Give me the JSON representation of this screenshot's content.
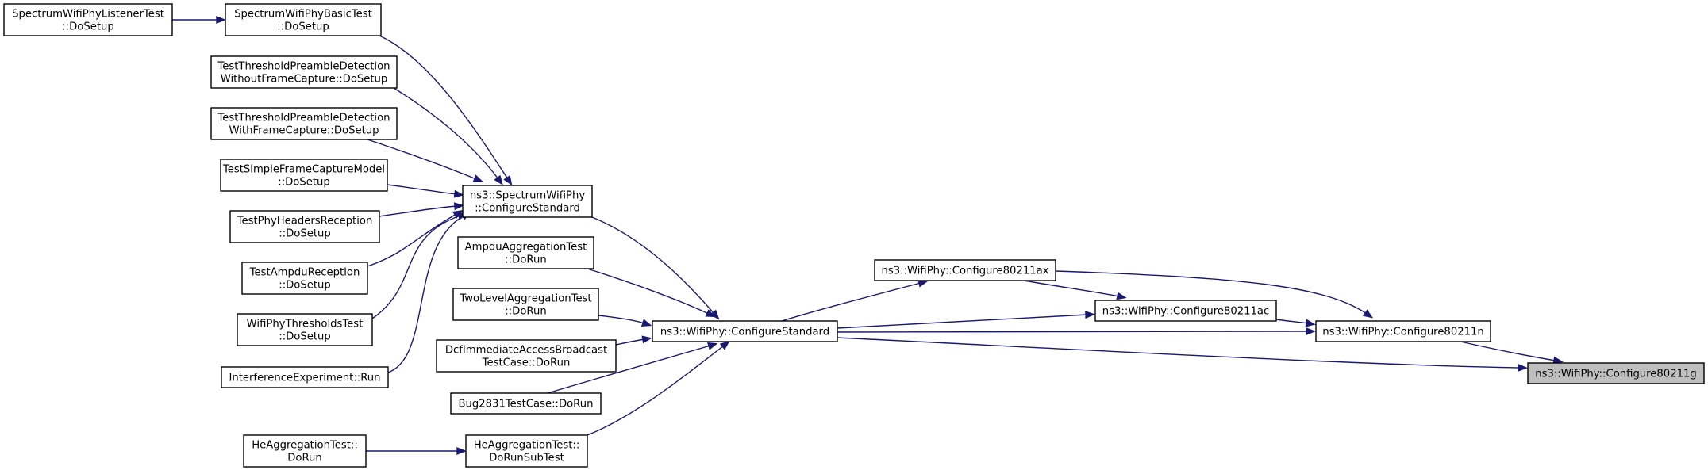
{
  "colors": {
    "edge": "#191970",
    "node_border": "#000000",
    "highlight_fill": "#bfbfbf",
    "background": "#ffffff"
  },
  "nodes": [
    {
      "id": "listener",
      "lines": [
        "SpectrumWifiPhyListenerTest",
        "::DoSetup"
      ]
    },
    {
      "id": "basic",
      "lines": [
        "SpectrumWifiPhyBasicTest",
        "::DoSetup"
      ]
    },
    {
      "id": "tpd_without",
      "lines": [
        "TestThresholdPreambleDetection",
        "WithoutFrameCapture::DoSetup"
      ]
    },
    {
      "id": "tpd_with",
      "lines": [
        "TestThresholdPreambleDetection",
        "WithFrameCapture::DoSetup"
      ]
    },
    {
      "id": "simple_fc",
      "lines": [
        "TestSimpleFrameCaptureModel",
        "::DoSetup"
      ]
    },
    {
      "id": "phy_headers",
      "lines": [
        "TestPhyHeadersReception",
        "::DoSetup"
      ]
    },
    {
      "id": "ampdu_rx",
      "lines": [
        "TestAmpduReception",
        "::DoSetup"
      ]
    },
    {
      "id": "thresholds",
      "lines": [
        "WifiPhyThresholdsTest",
        "::DoSetup"
      ]
    },
    {
      "id": "interference",
      "lines": [
        "InterferenceExperiment::Run"
      ]
    },
    {
      "id": "spectrum_cfg",
      "lines": [
        "ns3::SpectrumWifiPhy",
        "::ConfigureStandard"
      ]
    },
    {
      "id": "ampdu_agg",
      "lines": [
        "AmpduAggregationTest",
        "::DoRun"
      ]
    },
    {
      "id": "two_level",
      "lines": [
        "TwoLevelAggregationTest",
        "::DoRun"
      ]
    },
    {
      "id": "dcf",
      "lines": [
        "DcfImmediateAccessBroadcast",
        "TestCase::DoRun"
      ]
    },
    {
      "id": "bug2831",
      "lines": [
        "Bug2831TestCase::DoRun"
      ]
    },
    {
      "id": "he_dorun",
      "lines": [
        "HeAggregationTest::",
        "DoRun"
      ]
    },
    {
      "id": "he_subtest",
      "lines": [
        "HeAggregationTest::",
        "DoRunSubTest"
      ]
    },
    {
      "id": "wifi_cfg",
      "lines": [
        "ns3::WifiPhy::ConfigureStandard"
      ]
    },
    {
      "id": "cfg_ax",
      "lines": [
        "ns3::WifiPhy::Configure80211ax"
      ]
    },
    {
      "id": "cfg_ac",
      "lines": [
        "ns3::WifiPhy::Configure80211ac"
      ]
    },
    {
      "id": "cfg_n",
      "lines": [
        "ns3::WifiPhy::Configure80211n"
      ]
    },
    {
      "id": "cfg_g",
      "lines": [
        "ns3::WifiPhy::Configure80211g"
      ],
      "highlight": true
    }
  ],
  "edges": [
    {
      "from": "listener",
      "to": "basic"
    },
    {
      "from": "basic",
      "to": "spectrum_cfg"
    },
    {
      "from": "tpd_without",
      "to": "spectrum_cfg"
    },
    {
      "from": "tpd_with",
      "to": "spectrum_cfg"
    },
    {
      "from": "simple_fc",
      "to": "spectrum_cfg"
    },
    {
      "from": "phy_headers",
      "to": "spectrum_cfg"
    },
    {
      "from": "ampdu_rx",
      "to": "spectrum_cfg"
    },
    {
      "from": "thresholds",
      "to": "spectrum_cfg"
    },
    {
      "from": "interference",
      "to": "spectrum_cfg"
    },
    {
      "from": "spectrum_cfg",
      "to": "wifi_cfg"
    },
    {
      "from": "ampdu_agg",
      "to": "wifi_cfg"
    },
    {
      "from": "two_level",
      "to": "wifi_cfg"
    },
    {
      "from": "dcf",
      "to": "wifi_cfg"
    },
    {
      "from": "bug2831",
      "to": "wifi_cfg"
    },
    {
      "from": "he_subtest",
      "to": "wifi_cfg"
    },
    {
      "from": "he_dorun",
      "to": "he_subtest"
    },
    {
      "from": "wifi_cfg",
      "to": "cfg_ax"
    },
    {
      "from": "wifi_cfg",
      "to": "cfg_ac"
    },
    {
      "from": "wifi_cfg",
      "to": "cfg_n"
    },
    {
      "from": "wifi_cfg",
      "to": "cfg_g"
    },
    {
      "from": "cfg_ax",
      "to": "cfg_ac"
    },
    {
      "from": "cfg_ax",
      "to": "cfg_n"
    },
    {
      "from": "cfg_ac",
      "to": "cfg_n"
    },
    {
      "from": "cfg_n",
      "to": "cfg_g"
    }
  ]
}
